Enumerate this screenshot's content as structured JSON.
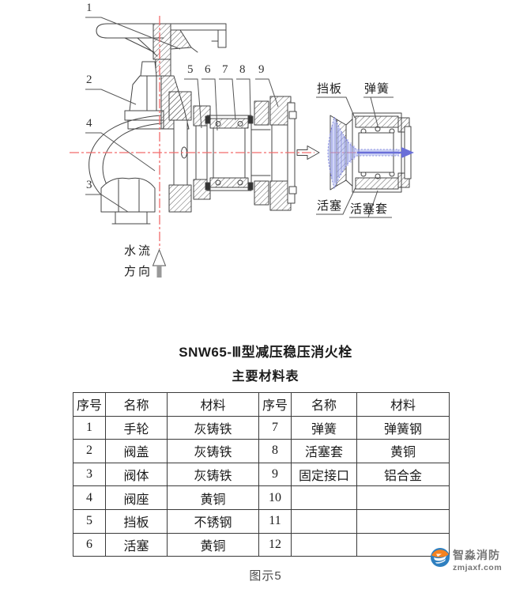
{
  "title": "SNW65-Ⅲ型减压稳压消火栓",
  "subtitle": "主要材料表",
  "caption": "图示5",
  "drawing": {
    "callouts": [
      "1",
      "2",
      "3",
      "4",
      "5",
      "6",
      "7",
      "8",
      "9"
    ],
    "labels": {
      "baffle": "挡板",
      "spring": "弹簧",
      "piston": "活塞",
      "piston_sleeve": "活塞套"
    },
    "flow_direction": [
      "水流",
      "方向"
    ]
  },
  "table": {
    "headers": [
      "序号",
      "名称",
      "材料",
      "序号",
      "名称",
      "材料"
    ],
    "rows": [
      [
        "1",
        "手轮",
        "灰铸铁",
        "7",
        "弹簧",
        "弹簧钢"
      ],
      [
        "2",
        "阀盖",
        "灰铸铁",
        "8",
        "活塞套",
        "黄铜"
      ],
      [
        "3",
        "阀体",
        "灰铸铁",
        "9",
        "固定接口",
        "铝合金"
      ],
      [
        "4",
        "阀座",
        "黄铜",
        "10",
        "",
        ""
      ],
      [
        "5",
        "挡板",
        "不锈钢",
        "11",
        "",
        ""
      ],
      [
        "6",
        "活塞",
        "黄铜",
        "12",
        "",
        ""
      ]
    ]
  },
  "watermark": {
    "brand": "智淼消防",
    "site": "zmjaxf.com"
  },
  "colors": {
    "centerline_red": "#f26b6b",
    "flow_blue": "#6a6fd8",
    "line": "#444444",
    "logo_orange": "#f5821f",
    "logo_blue": "#2e7fc0"
  }
}
